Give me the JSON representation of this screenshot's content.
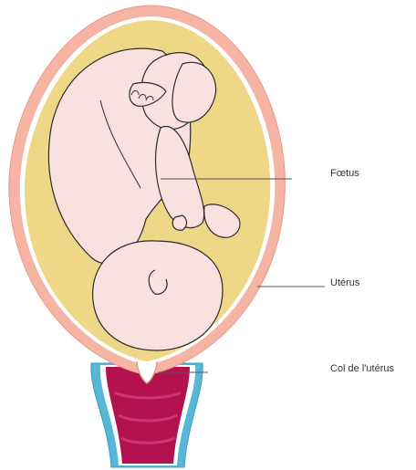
{
  "labels": {
    "foetus": "Fœtus",
    "uterus": "Utérus",
    "cervix": "Col de l'utérus"
  },
  "colors": {
    "uterus_wall": "#f5b4a4",
    "uterus_wall_dark": "#e99a8a",
    "amniotic_fluid": "#eed786",
    "fetus_skin": "#fbe0e0",
    "fetus_outline": "#2b2b2b",
    "cervix_outer": "#58b7d6",
    "cervix_inner": "#b3124f",
    "leader_line": "#555555"
  }
}
